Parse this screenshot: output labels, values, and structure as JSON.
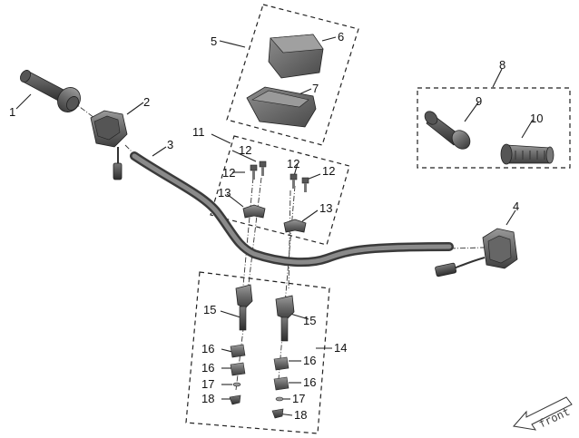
{
  "diagram": {
    "callouts": [
      {
        "id": "c1",
        "text": "1"
      },
      {
        "id": "c2",
        "text": "2"
      },
      {
        "id": "c3",
        "text": "3"
      },
      {
        "id": "c4",
        "text": "4"
      },
      {
        "id": "c5",
        "text": "5"
      },
      {
        "id": "c6",
        "text": "6"
      },
      {
        "id": "c7",
        "text": "7"
      },
      {
        "id": "c8",
        "text": "8"
      },
      {
        "id": "c9",
        "text": "9"
      },
      {
        "id": "c10",
        "text": "10"
      },
      {
        "id": "c11",
        "text": "11"
      },
      {
        "id": "c12a",
        "text": "12"
      },
      {
        "id": "c12b",
        "text": "12"
      },
      {
        "id": "c12c",
        "text": "12"
      },
      {
        "id": "c12d",
        "text": "12"
      },
      {
        "id": "c13a",
        "text": "13"
      },
      {
        "id": "c13b",
        "text": "13"
      },
      {
        "id": "c14",
        "text": "14"
      },
      {
        "id": "c15a",
        "text": "15"
      },
      {
        "id": "c15b",
        "text": "15"
      },
      {
        "id": "c16a",
        "text": "16"
      },
      {
        "id": "c16b",
        "text": "16"
      },
      {
        "id": "c16c",
        "text": "16"
      },
      {
        "id": "c16d",
        "text": "16"
      },
      {
        "id": "c17a",
        "text": "17"
      },
      {
        "id": "c17b",
        "text": "17"
      },
      {
        "id": "c18a",
        "text": "18"
      },
      {
        "id": "c18b",
        "text": "18"
      }
    ],
    "direction_label": "front"
  }
}
